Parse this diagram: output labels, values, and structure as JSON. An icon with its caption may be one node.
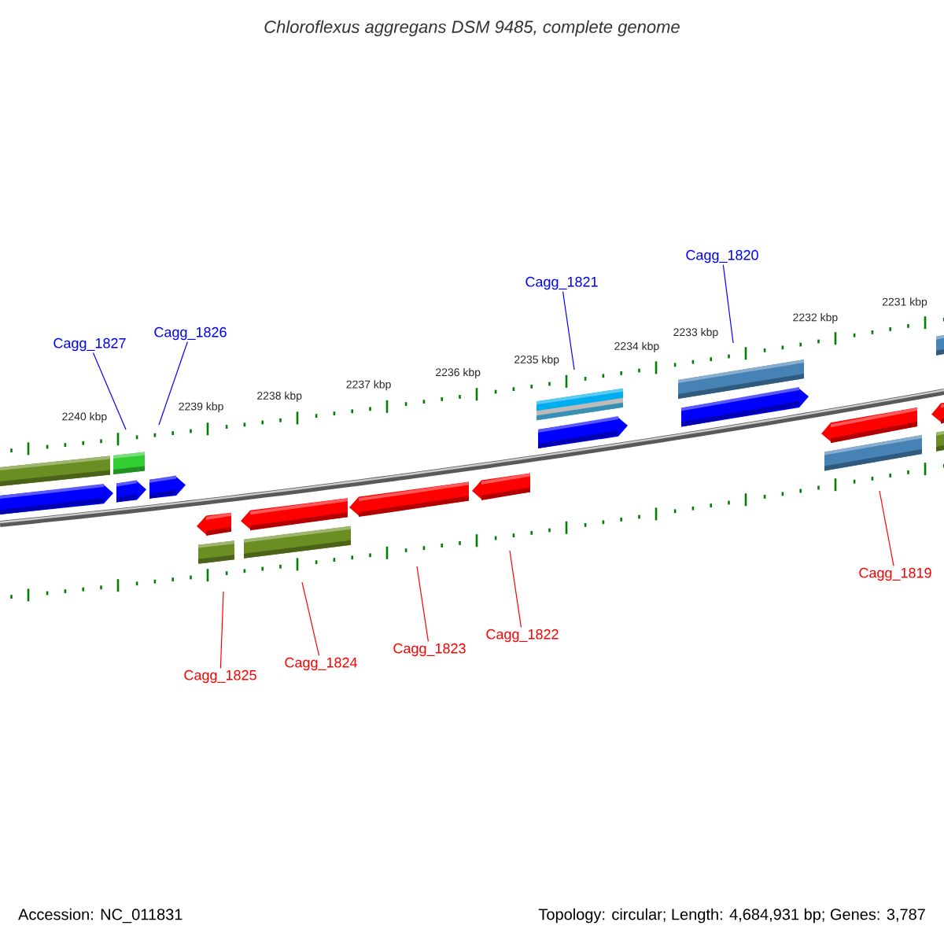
{
  "diagram": {
    "title": "Chloroflexus aggregans DSM 9485, complete genome",
    "nodes": [
      {
        "text": [
          "Cagg_1827"
        ]
      },
      {
        "text": [
          "Cagg_1826"
        ]
      },
      {
        "text": [
          "Cagg_1821"
        ]
      },
      {
        "text": [
          "Cagg_1820"
        ]
      },
      {
        "text": [
          "Cagg_1825"
        ]
      },
      {
        "text": [
          "Cagg_1824"
        ]
      },
      {
        "text": [
          "Cagg_1823"
        ]
      },
      {
        "text": [
          "Cagg_1822"
        ]
      },
      {
        "text": [
          "Cagg_1819"
        ]
      }
    ],
    "edges": [
      {
        "from": 0,
        "to": null,
        "arrow": "none",
        "color": "#0000ff"
      },
      {
        "from": 1,
        "to": null,
        "arrow": "none",
        "color": "#0000ff"
      },
      {
        "from": 2,
        "to": null,
        "arrow": "none",
        "color": "#0000ff"
      },
      {
        "from": 3,
        "to": null,
        "arrow": "none",
        "color": "#0000ff"
      },
      {
        "from": 4,
        "to": null,
        "arrow": "none"
      },
      {
        "from": 5,
        "to": null,
        "arrow": "none"
      },
      {
        "from": 6,
        "to": null,
        "arrow": "none"
      },
      {
        "from": 7,
        "to": null,
        "arrow": "none"
      },
      {
        "from": 8,
        "to": null,
        "arrow": "none"
      }
    ],
    "labels": [
      "2231 kbp",
      "2232 kbp",
      "2233 kbp",
      "2234 kbp",
      "2235 kbp",
      "2236 kbp",
      "2237 kbp",
      "2238 kbp",
      "2239 kbp",
      "2240 kbp",
      "Accession: NC_011831",
      "Topology: circular; Length: 4,684,931 bp; Genes: 3,787"
    ]
  }
}
